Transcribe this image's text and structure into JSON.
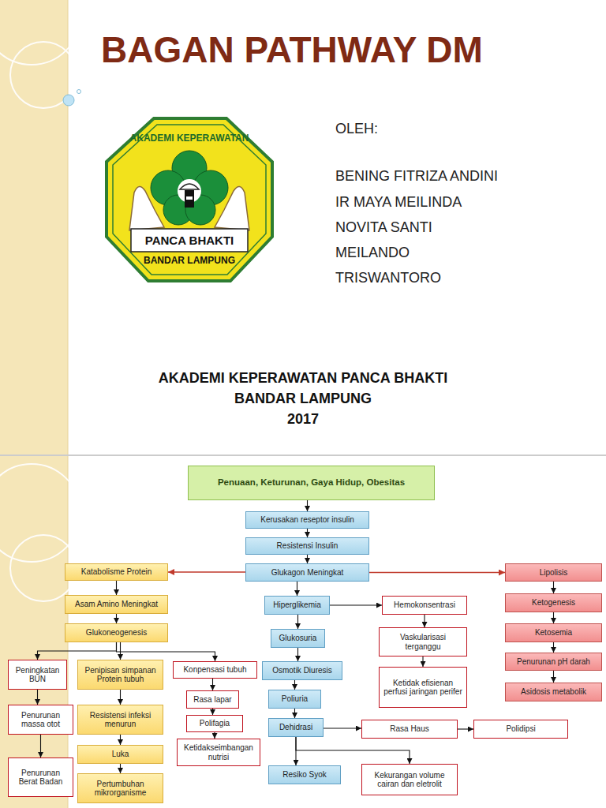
{
  "diagram": {
    "title": "BAGAN PATHWAY DM",
    "nodes": [
      {
        "text": [
          "Penuaan, Keturunan, Gaya Hidup, Obesitas"
        ]
      },
      {
        "text": [
          "Kerusakan reseptor insulin"
        ]
      },
      {
        "text": [
          "Resistensi Insulin"
        ]
      },
      {
        "text": [
          "Glukagon Meningkat"
        ]
      },
      {
        "text": [
          "Katabolisme Protein"
        ]
      },
      {
        "text": [
          "Lipolisis"
        ]
      },
      {
        "text": [
          "Asam Amino Meningkat"
        ]
      },
      {
        "text": [
          "Hiperglikemia"
        ]
      },
      {
        "text": [
          "Hemokonsentrasi"
        ]
      },
      {
        "text": [
          "Ketogenesis"
        ]
      },
      {
        "text": [
          "Glukoneogenesis"
        ]
      },
      {
        "text": [
          "Glukosuria"
        ]
      },
      {
        "text": [
          "Vaskularisasi terganggu"
        ]
      },
      {
        "text": [
          "Ketosemia"
        ]
      },
      {
        "text": [
          "Peningkatan BUN"
        ]
      },
      {
        "text": [
          "Penipisan simpanan Protein tubuh"
        ]
      },
      {
        "text": [
          "Konpensasi tubuh"
        ]
      },
      {
        "text": [
          "Osmotik Diuresis"
        ]
      },
      {
        "text": [
          "Ketidak efisienan perfusi jaringan perifer"
        ]
      },
      {
        "text": [
          "Penurunan pH darah"
        ]
      },
      {
        "text": [
          "Rasa lapar"
        ]
      },
      {
        "text": [
          "Poliuria"
        ]
      },
      {
        "text": [
          "Asidosis metabolik"
        ]
      },
      {
        "text": [
          "Penurunan massa otot"
        ]
      },
      {
        "text": [
          "Resistensi infeksi menurun"
        ]
      },
      {
        "text": [
          "Polifagia"
        ]
      },
      {
        "text": [
          "Dehidrasi"
        ]
      },
      {
        "text": [
          "Rasa Haus"
        ]
      },
      {
        "text": [
          "Polidipsi"
        ]
      },
      {
        "text": [
          "Ketidakseimbangan nutrisi"
        ]
      },
      {
        "text": [
          "Luka"
        ]
      },
      {
        "text": [
          "Penurunan Berat Badan"
        ]
      },
      {
        "text": [
          "Pertumbuhan mikrorganisme"
        ]
      },
      {
        "text": [
          "Resiko Syok"
        ]
      },
      {
        "text": [
          "Kekurangan volume cairan dan eletrolit"
        ]
      }
    ],
    "edges": [
      {
        "from": 0,
        "to": 1,
        "arrow": "to"
      },
      {
        "from": 1,
        "to": 2,
        "arrow": "to"
      },
      {
        "from": 2,
        "to": 3,
        "arrow": "to"
      },
      {
        "from": 3,
        "to": 4,
        "arrow": "to"
      },
      {
        "from": 3,
        "to": 5,
        "arrow": "to"
      },
      {
        "from": 3,
        "to": 7,
        "arrow": "to"
      },
      {
        "from": 4,
        "to": 6,
        "arrow": "to"
      },
      {
        "from": 6,
        "to": 10,
        "arrow": "to"
      },
      {
        "from": 10,
        "to": 14,
        "arrow": "to"
      },
      {
        "from": 10,
        "to": 15,
        "arrow": "to"
      },
      {
        "from": 10,
        "to": 16,
        "arrow": "to"
      },
      {
        "from": 14,
        "to": 23,
        "arrow": "to"
      },
      {
        "from": 23,
        "to": 31,
        "arrow": "to"
      },
      {
        "from": 15,
        "to": 24,
        "arrow": "to"
      },
      {
        "from": 24,
        "to": 30,
        "arrow": "to"
      },
      {
        "from": 30,
        "to": 32,
        "arrow": "to"
      },
      {
        "from": 16,
        "to": 20,
        "arrow": "to"
      },
      {
        "from": 20,
        "to": 25,
        "arrow": "to"
      },
      {
        "from": 25,
        "to": 29,
        "arrow": "to"
      },
      {
        "from": 7,
        "to": 8,
        "arrow": "to"
      },
      {
        "from": 7,
        "to": 11,
        "arrow": "to"
      },
      {
        "from": 8,
        "to": 12,
        "arrow": "to"
      },
      {
        "from": 12,
        "to": 18,
        "arrow": "to"
      },
      {
        "from": 11,
        "to": 17,
        "arrow": "to"
      },
      {
        "from": 17,
        "to": 21,
        "arrow": "to"
      },
      {
        "from": 21,
        "to": 26,
        "arrow": "to"
      },
      {
        "from": 26,
        "to": 27,
        "arrow": "to"
      },
      {
        "from": 27,
        "to": 28,
        "arrow": "to"
      },
      {
        "from": 26,
        "to": 33,
        "arrow": "to"
      },
      {
        "from": 26,
        "to": 34,
        "arrow": "to"
      },
      {
        "from": 5,
        "to": 9,
        "arrow": "to"
      },
      {
        "from": 9,
        "to": 13,
        "arrow": "to"
      },
      {
        "from": 13,
        "to": 19,
        "arrow": "to"
      },
      {
        "from": 19,
        "to": 22,
        "arrow": "to"
      }
    ],
    "labels": [
      "OLEH:",
      "BENING FITRIZA ANDINI",
      "IR MAYA MEILINDA",
      "NOVITA SANTI",
      "MEILANDO",
      "TRISWANTORO",
      "AKADEMI KEPERAWATAN",
      "PANCA BHAKTI",
      "BANDAR LAMPUNG",
      "AKADEMI KEPERAWATAN PANCA BHAKTI",
      "BANDAR LAMPUNG",
      "2017"
    ]
  }
}
